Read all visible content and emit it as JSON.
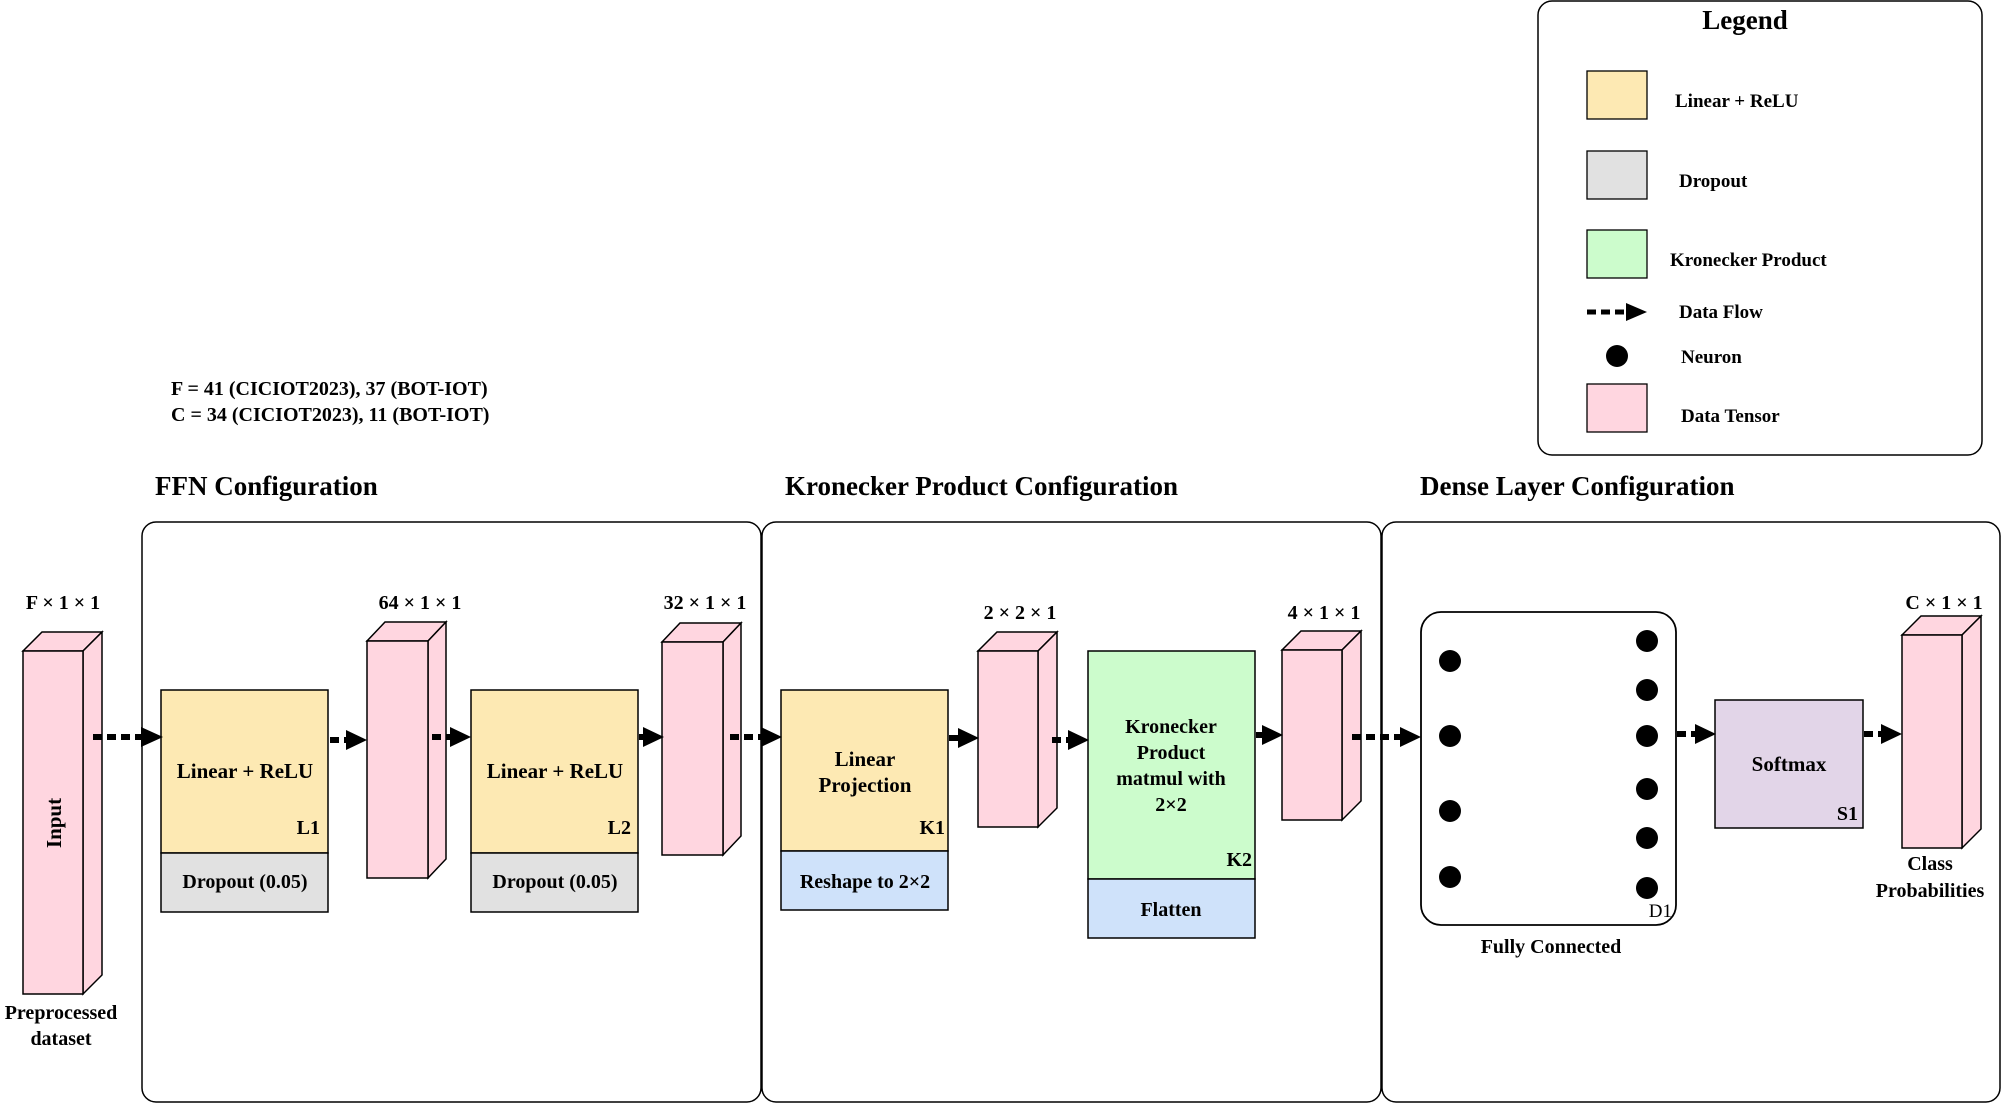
{
  "notes": {
    "f_line": "F = 41 (CICIOT2023), 37 (BOT-IOT)",
    "c_line": "C = 34 (CICIOT2023), 11 (BOT-IOT)"
  },
  "legend": {
    "title": "Legend",
    "items": [
      {
        "label": "Linear + ReLU",
        "color": "#fde9b3",
        "kind": "box"
      },
      {
        "label": "Dropout",
        "color": "#e1e1e1",
        "kind": "box"
      },
      {
        "label": "Kronecker Product",
        "color": "#ccfccc",
        "kind": "box"
      },
      {
        "label": "Data Flow",
        "kind": "arrow"
      },
      {
        "label": "Neuron",
        "kind": "dot"
      },
      {
        "label": "Data Tensor",
        "color": "#ffd6e0",
        "kind": "box"
      }
    ]
  },
  "sections": {
    "ffn": "FFN Configuration",
    "kron": "Kronecker Product Configuration",
    "dense": "Dense Layer Configuration"
  },
  "input": {
    "dims": "F × 1 × 1",
    "label": "Input",
    "caption_line1": "Preprocessed",
    "caption_line2": "dataset"
  },
  "tensors": {
    "t1": "64 × 1 × 1",
    "t2": "32 × 1 × 1",
    "t3": "2 × 2 × 1",
    "t4": "4 × 1 × 1",
    "out": "C × 1 × 1"
  },
  "blocks": {
    "l1": {
      "title": "Linear + ReLU",
      "tag": "L1",
      "sub": "Dropout (0.05)"
    },
    "l2": {
      "title": "Linear + ReLU",
      "tag": "L2",
      "sub": "Dropout (0.05)"
    },
    "k1": {
      "title_line1": "Linear",
      "title_line2": "Projection",
      "tag": "K1",
      "sub": "Reshape to 2×2"
    },
    "k2": {
      "line1": "Kronecker",
      "line2": "Product",
      "line3": "matmul with",
      "line4": "2×2",
      "tag": "K2",
      "sub": "Flatten"
    },
    "d1": {
      "tag": "D1",
      "caption": "Fully Connected"
    },
    "s1": {
      "title": "Softmax",
      "tag": "S1"
    }
  },
  "output": {
    "caption_line1": "Class",
    "caption_line2": "Probabilities"
  },
  "colors": {
    "linear": "#fde9b3",
    "dropout": "#e1e1e1",
    "kronecker": "#ccfccc",
    "tensor": "#ffd6e0",
    "reshape": "#cfe2fa",
    "softmax": "#e2d5e8"
  }
}
